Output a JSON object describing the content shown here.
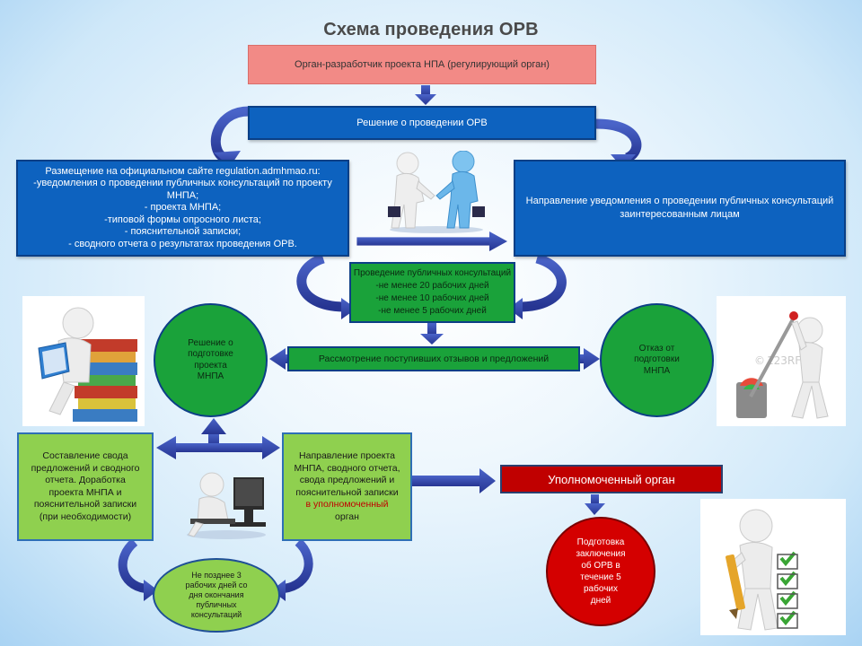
{
  "title": "Схема проведения ОРВ",
  "developer_box": "Орган-разработчик проекта НПА (регулирующий орган)",
  "decision_box": "Решение о проведении ОРВ",
  "placement_box": {
    "lines": [
      "Размещение на официальном сайте regulation.admhmao.ru:",
      "-уведомления о проведении публичных консультаций по проекту МНПА;",
      "- проекта МНПА;",
      "-типовой формы опросного листа;",
      "- пояснительной записки;",
      "- сводного отчета о результатах проведения ОРВ."
    ]
  },
  "notification_box": "Направление уведомления о проведении публичных консультаций заинтересованным лицам",
  "consultations_box": {
    "lines": [
      "Проведение публичных консультаций",
      "-не менее 20 рабочих дней",
      "-не менее 10 рабочих дней",
      "-не менее 5 рабочих дней"
    ]
  },
  "review_box": "Рассмотрение поступивших отзывов и предложений",
  "prepare_circle": [
    "Решение о",
    "подготовке",
    "проекта",
    "МНПА"
  ],
  "refuse_circle": [
    "Отказ от",
    "подготовки",
    "МНПА"
  ],
  "summary_box": [
    "Составление свода",
    "предложений и сводного",
    "отчета. Доработка",
    "проекта МНПА и",
    "пояснительной записки",
    "(при необходимости)"
  ],
  "send_box": {
    "lines": [
      "Направление проекта",
      "МНПА, сводного отчета,",
      "свода предложений и",
      "пояснительной записки"
    ],
    "red_lines": [
      "в уполномоченный",
      "орган"
    ]
  },
  "authorized_box": "Уполномоченный орган",
  "deadline_circle": [
    "Не позднее 3",
    "рабочих дней со",
    "дня окончания",
    "публичных",
    "консультаций"
  ],
  "conclusion_circle": [
    "Подготовка",
    "заключения",
    "об ОРВ в",
    "течение 5",
    "рабочих",
    "дней"
  ],
  "watermark": "123RF",
  "colors": {
    "blue_box": "#0d62bf",
    "pink_box": "#f28a86",
    "light_green": "#8fd04f",
    "dark_green": "#1aa23a",
    "red": "#c00000",
    "arrow": "#2f3f9e"
  },
  "icons": [
    "handshake-figures-image",
    "reading-figure-image",
    "lever-figure-image",
    "computer-figure-image",
    "checklist-figure-image"
  ]
}
